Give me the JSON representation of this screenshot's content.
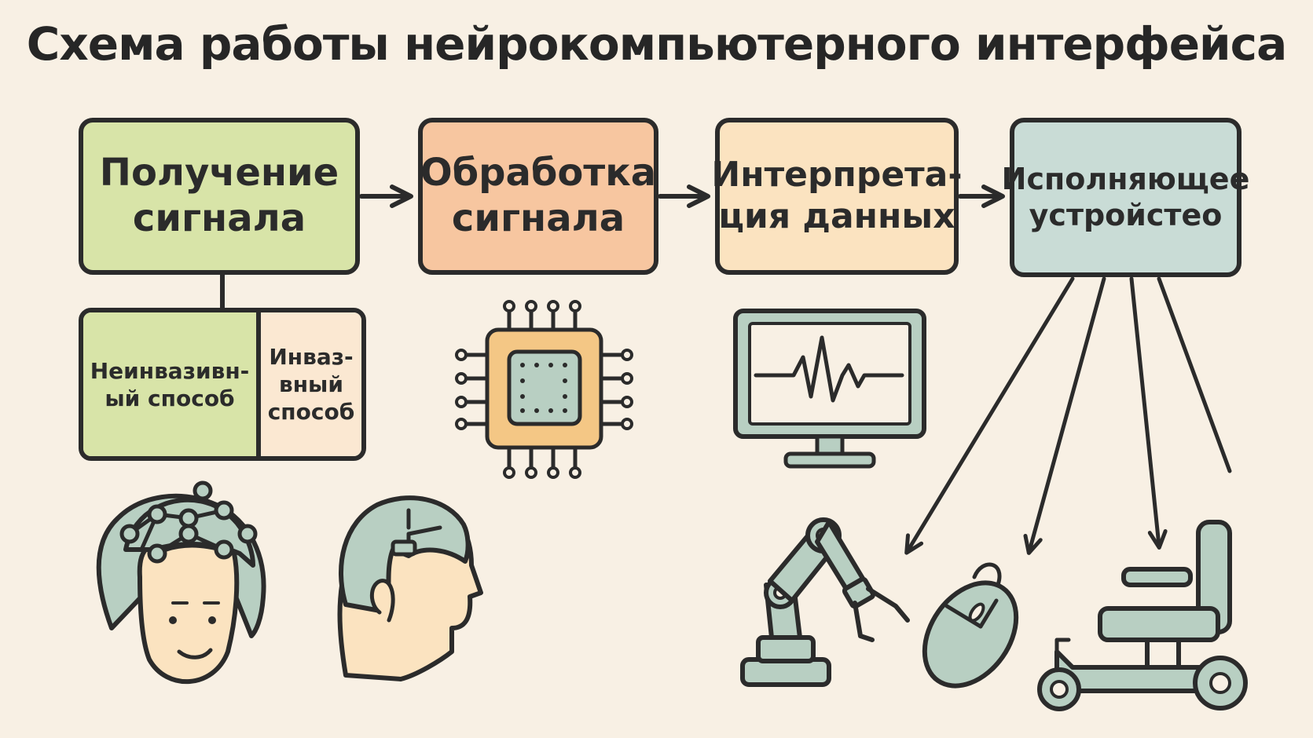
{
  "title": "Схема работы нейрокомпьютерного интерфейса",
  "steps": [
    {
      "line1": "Получение",
      "line2": "сигнала"
    },
    {
      "line1": "Обработка",
      "line2": "сигнала"
    },
    {
      "line1": "Интерпрета-",
      "line2": "ция данных"
    },
    {
      "line1": "Исполняющее",
      "line2": "устройстео"
    }
  ],
  "methods": {
    "noninvasive": {
      "line1": "Неинвазивн-",
      "line2": "ый способ"
    },
    "invasive": {
      "line1": "Инваз-",
      "line2": "вный",
      "line3": "способ"
    }
  },
  "colors": {
    "acquisition": "#d8e4a8",
    "processing": "#f7c6a0",
    "interpretation": "#fbe3c0",
    "device": "#c9dcd6",
    "icon_fill": "#b8cfc2",
    "outline": "#2b2b2b",
    "background": "#f8f0e4"
  },
  "icons": [
    "eeg-head-icon",
    "implant-head-icon",
    "chip-icon",
    "monitor-wave-icon",
    "robot-arm-icon",
    "computer-mouse-icon",
    "wheelchair-icon"
  ]
}
